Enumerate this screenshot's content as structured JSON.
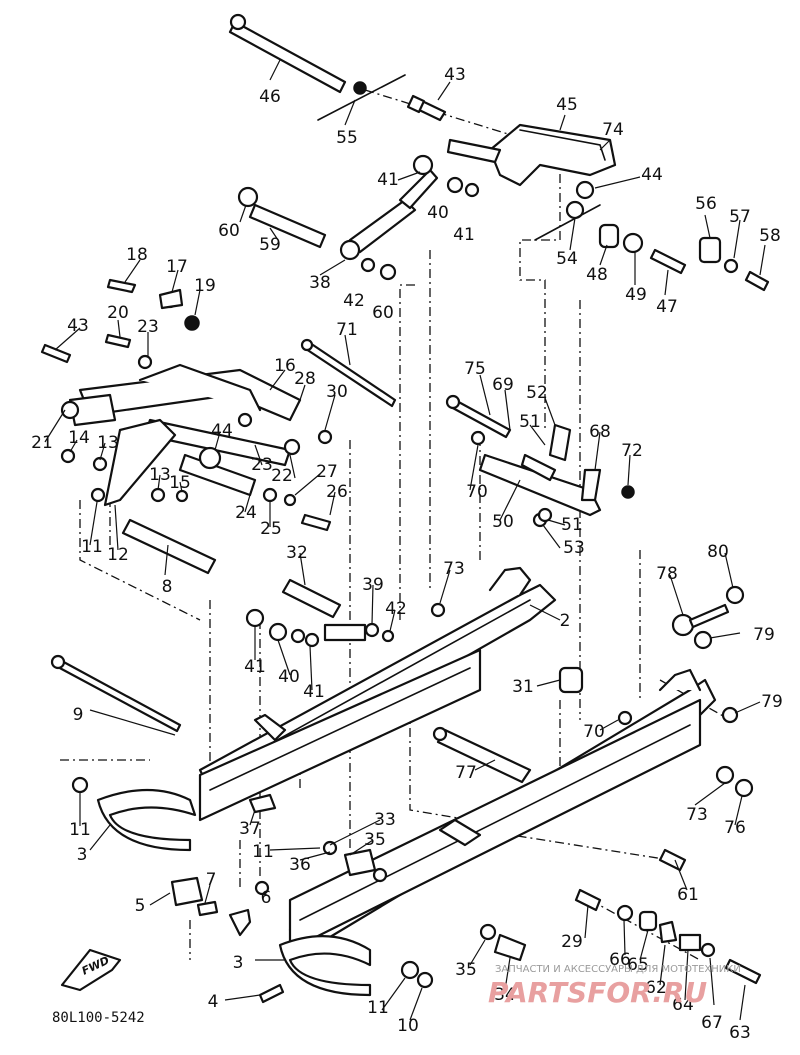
{
  "diagram": {
    "code": "80L100-5242",
    "fwd_label": "FWD",
    "watermark_line1": "ЗАПЧАСТИ И АКСЕССУАРЫ ДЛЯ МОТОТЕХНИКИ",
    "watermark_line2": "PARTSFOR.RU"
  },
  "callouts": [
    {
      "id": "c1",
      "label": "46"
    },
    {
      "id": "c2",
      "label": "55"
    },
    {
      "id": "c3",
      "label": "43"
    },
    {
      "id": "c4",
      "label": "45"
    },
    {
      "id": "c5",
      "label": "74"
    },
    {
      "id": "c6",
      "label": "44"
    },
    {
      "id": "c7",
      "label": "41"
    },
    {
      "id": "c8",
      "label": "40"
    },
    {
      "id": "c9",
      "label": "41"
    },
    {
      "id": "c10",
      "label": "60"
    },
    {
      "id": "c11",
      "label": "59"
    },
    {
      "id": "c12",
      "label": "38"
    },
    {
      "id": "c13",
      "label": "42"
    },
    {
      "id": "c14",
      "label": "60"
    },
    {
      "id": "c15",
      "label": "56"
    },
    {
      "id": "c16",
      "label": "57"
    },
    {
      "id": "c17",
      "label": "58"
    },
    {
      "id": "c18",
      "label": "54"
    },
    {
      "id": "c19",
      "label": "48"
    },
    {
      "id": "c20",
      "label": "49"
    },
    {
      "id": "c21",
      "label": "47"
    },
    {
      "id": "c22",
      "label": "18"
    },
    {
      "id": "c23",
      "label": "17"
    },
    {
      "id": "c24",
      "label": "19"
    },
    {
      "id": "c25",
      "label": "20"
    },
    {
      "id": "c26",
      "label": "43"
    },
    {
      "id": "c27",
      "label": "23"
    },
    {
      "id": "c28",
      "label": "71"
    },
    {
      "id": "c29",
      "label": "16"
    },
    {
      "id": "c30",
      "label": "28"
    },
    {
      "id": "c31",
      "label": "30"
    },
    {
      "id": "c32",
      "label": "75"
    },
    {
      "id": "c33",
      "label": "69"
    },
    {
      "id": "c34",
      "label": "52"
    },
    {
      "id": "c35",
      "label": "51"
    },
    {
      "id": "c36",
      "label": "68"
    },
    {
      "id": "c37",
      "label": "72"
    },
    {
      "id": "c38",
      "label": "21"
    },
    {
      "id": "c39",
      "label": "14"
    },
    {
      "id": "c40",
      "label": "13"
    },
    {
      "id": "c41",
      "label": "44"
    },
    {
      "id": "c42",
      "label": "23"
    },
    {
      "id": "c43",
      "label": "22"
    },
    {
      "id": "c44",
      "label": "27"
    },
    {
      "id": "c45",
      "label": "13"
    },
    {
      "id": "c46",
      "label": "15"
    },
    {
      "id": "c47",
      "label": "24"
    },
    {
      "id": "c48",
      "label": "25"
    },
    {
      "id": "c49",
      "label": "26"
    },
    {
      "id": "c50",
      "label": "70"
    },
    {
      "id": "c51",
      "label": "50"
    },
    {
      "id": "c52",
      "label": "51"
    },
    {
      "id": "c53",
      "label": "53"
    },
    {
      "id": "c54",
      "label": "11"
    },
    {
      "id": "c55",
      "label": "12"
    },
    {
      "id": "c56",
      "label": "8"
    },
    {
      "id": "c57",
      "label": "32"
    },
    {
      "id": "c58",
      "label": "73"
    },
    {
      "id": "c59",
      "label": "2"
    },
    {
      "id": "c60",
      "label": "80"
    },
    {
      "id": "c61",
      "label": "78"
    },
    {
      "id": "c62",
      "label": "39"
    },
    {
      "id": "c63",
      "label": "42"
    },
    {
      "id": "c64",
      "label": "79"
    },
    {
      "id": "c65",
      "label": "41"
    },
    {
      "id": "c66",
      "label": "40"
    },
    {
      "id": "c67",
      "label": "41"
    },
    {
      "id": "c68",
      "label": "31"
    },
    {
      "id": "c69",
      "label": "9"
    },
    {
      "id": "c70",
      "label": "79"
    },
    {
      "id": "c71",
      "label": "70"
    },
    {
      "id": "c72",
      "label": "77"
    },
    {
      "id": "c73",
      "label": "11"
    },
    {
      "id": "c74",
      "label": "37"
    },
    {
      "id": "c75",
      "label": "73"
    },
    {
      "id": "c76",
      "label": "76"
    },
    {
      "id": "c77",
      "label": "3"
    },
    {
      "id": "c78",
      "label": "33"
    },
    {
      "id": "c79",
      "label": "11"
    },
    {
      "id": "c80",
      "label": "35"
    },
    {
      "id": "c81",
      "label": "36"
    },
    {
      "id": "c82",
      "label": "61"
    },
    {
      "id": "c83",
      "label": "7"
    },
    {
      "id": "c84",
      "label": "5"
    },
    {
      "id": "c85",
      "label": "6"
    },
    {
      "id": "c86",
      "label": "29"
    },
    {
      "id": "c87",
      "label": "66"
    },
    {
      "id": "c88",
      "label": "65"
    },
    {
      "id": "c89",
      "label": "3"
    },
    {
      "id": "c90",
      "label": "35"
    },
    {
      "id": "c91",
      "label": "62"
    },
    {
      "id": "c92",
      "label": "34"
    },
    {
      "id": "c93",
      "label": "64"
    },
    {
      "id": "c94",
      "label": "4"
    },
    {
      "id": "c95",
      "label": "11"
    },
    {
      "id": "c96",
      "label": "67"
    },
    {
      "id": "c97",
      "label": "10"
    },
    {
      "id": "c98",
      "label": "63"
    }
  ]
}
